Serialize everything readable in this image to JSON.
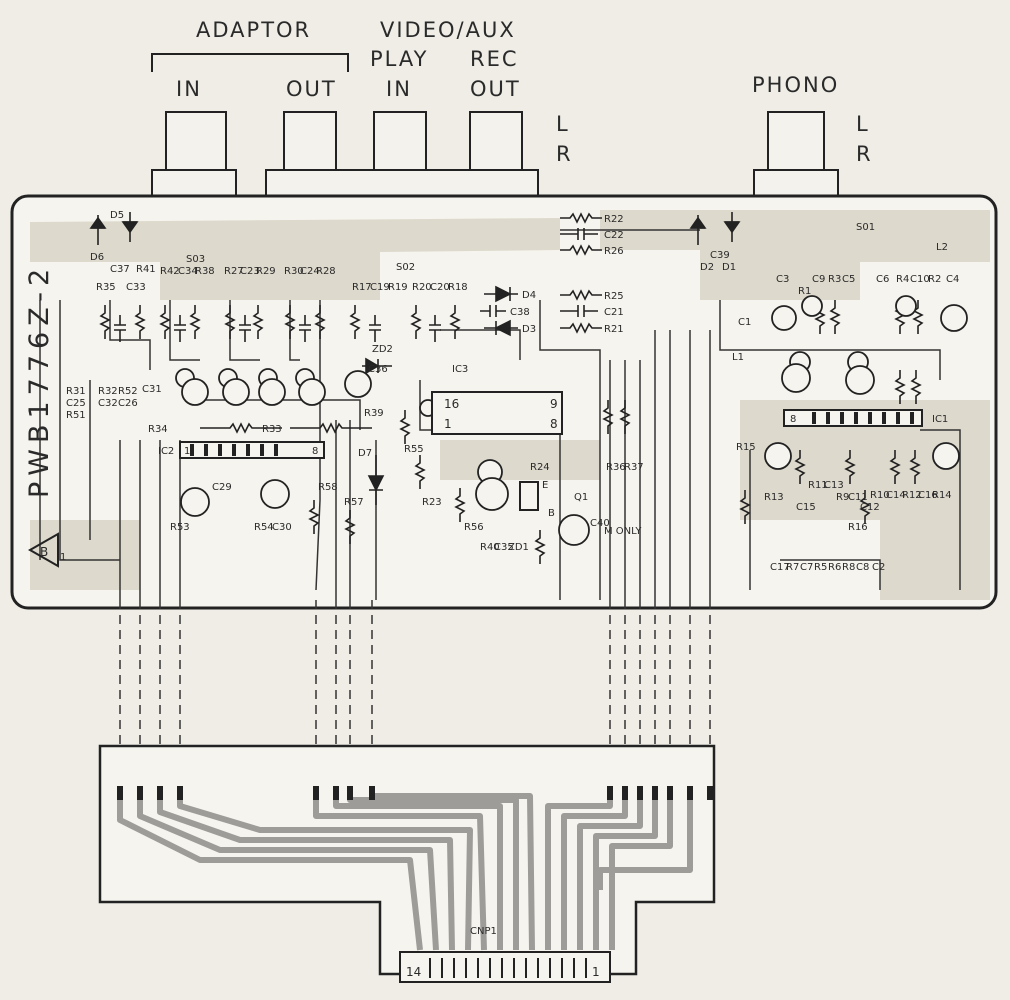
{
  "labels": {
    "adaptor": "ADAPTOR",
    "in": "IN",
    "out": "OUT",
    "video_aux": "VIDEO/AUX",
    "play": "PLAY",
    "play_in": "IN",
    "rec": "REC",
    "rec_out": "OUT",
    "phono": "PHONO",
    "l": "L",
    "r": "R",
    "part_no": "PWB1776Z-2",
    "rev": "B",
    "rev_sub": "1"
  },
  "connectors": {
    "s01": "S01",
    "s02": "S02",
    "s03": "S03",
    "cnp1": "CNP1",
    "cnp_pin_14": "14",
    "cnp_pin_1": "1",
    "m_only": "M ONLY"
  },
  "ics": {
    "ic1": "IC1",
    "ic1_pin": "8",
    "ic2": "IC2",
    "ic2_pin_a": "1",
    "ic2_pin_b": "8",
    "ic3": "IC3",
    "ic3_pin16": "16",
    "ic3_pin9": "9",
    "ic3_pin1": "1",
    "ic3_pin8": "8"
  },
  "components": {
    "left_cluster": [
      "D5",
      "D6",
      "C37",
      "R35",
      "R41",
      "C33",
      "R42",
      "C34",
      "R38",
      "R27",
      "C23",
      "R29",
      "R30",
      "C24",
      "R28"
    ],
    "center_cluster": [
      "R17",
      "C19",
      "R19",
      "R20",
      "C20",
      "R18",
      "D4",
      "C38",
      "D3",
      "R22",
      "C22",
      "R26",
      "R25",
      "C21",
      "R21"
    ],
    "misc": [
      "ZD2",
      "C36",
      "R39",
      "R34",
      "R33",
      "D7",
      "R55",
      "R56",
      "R57",
      "R58",
      "R23",
      "R24",
      "ZD1",
      "R40",
      "C35",
      "C40",
      "Q1",
      "E",
      "B",
      "R36",
      "R37",
      "C29",
      "R53",
      "R54",
      "C30",
      "R15",
      "R13",
      "R11",
      "C13",
      "C15",
      "R9",
      "R16",
      "C11",
      "C12",
      "R10",
      "C14",
      "R12",
      "C16",
      "R14",
      "C17",
      "R7",
      "C7",
      "R5",
      "C5",
      "R3",
      "R1",
      "C1",
      "L1",
      "C3",
      "C9",
      "C6",
      "R4",
      "R2",
      "C10",
      "C4",
      "L2",
      "D1",
      "D2",
      "C39",
      "R31",
      "C25",
      "R51",
      "R32",
      "C32",
      "R52",
      "C26",
      "C31",
      "R6",
      "R8",
      "C8",
      "C2"
    ]
  }
}
